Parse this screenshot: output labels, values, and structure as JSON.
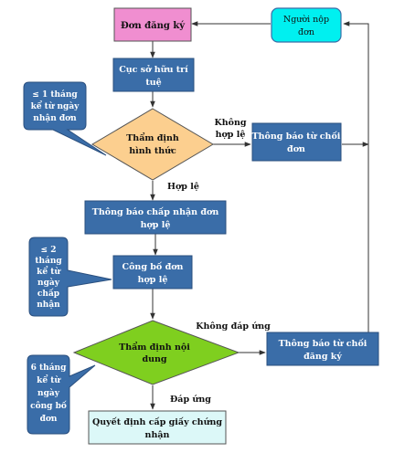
{
  "nodes": {
    "don_dang_ky": {
      "lines": [
        "Đơn đăng ký"
      ]
    },
    "nguoi_nop_don": {
      "lines": [
        "Người nộp",
        "đơn"
      ]
    },
    "cuc_so_huu_tri_tue": {
      "lines": [
        "Cục sở hữu trí",
        "tuệ"
      ]
    },
    "tham_dinh_hinh_thuc": {
      "lines": [
        "Thẩm định",
        "hình thức"
      ]
    },
    "thong_bao_tu_choi_don": {
      "lines": [
        "Thông báo từ chối",
        "đơn"
      ]
    },
    "thong_bao_chap_nhan": {
      "lines": [
        "Thông báo chấp nhận đơn",
        "hợp lệ"
      ]
    },
    "cong_bo_don": {
      "lines": [
        "Công bố đơn",
        "hợp lệ"
      ]
    },
    "tham_dinh_noi_dung": {
      "lines": [
        "Thẩm định nội",
        "dung"
      ]
    },
    "thong_bao_tu_choi_dang_ky": {
      "lines": [
        "Thông báo từ chối",
        "đăng ký"
      ]
    },
    "quyet_dinh_cap": {
      "lines": [
        "Quyết định cấp giấy chứng",
        "nhận"
      ]
    }
  },
  "callouts": {
    "c1": {
      "lines": [
        "≤ 1 tháng",
        "kể từ ngày",
        "nhận đơn"
      ]
    },
    "c2": {
      "lines": [
        "≤ 2",
        "tháng",
        "kể từ",
        "ngày",
        "chấp",
        "nhận"
      ]
    },
    "c3": {
      "lines": [
        "6 tháng",
        "kể từ",
        "ngày",
        "công bố",
        "đơn"
      ]
    }
  },
  "edge_labels": {
    "khong_hop_le": [
      "Không",
      "hợp lệ"
    ],
    "hop_le": [
      "Hợp lệ"
    ],
    "khong_dap_ung": [
      "Không đáp ứng"
    ],
    "dap_ung": [
      "Đáp ứng"
    ]
  },
  "colors": {
    "pink": "#f08ed0",
    "cyan": "#00f0f0",
    "blue": "#3a6da8",
    "blue_stroke": "#2a4f7e",
    "orange": "#fccf8f",
    "green": "#7fcf1f",
    "light_cyan": "#dcf8f8",
    "line": "#333333"
  }
}
